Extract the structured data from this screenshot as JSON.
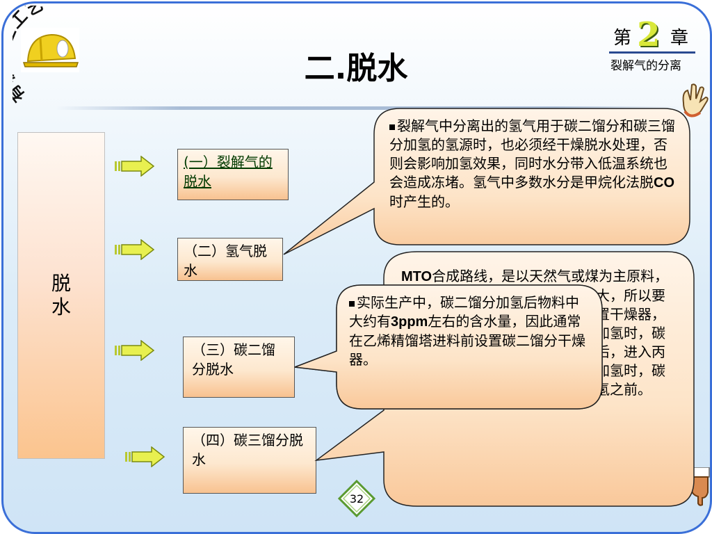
{
  "header": {
    "title": "二.脱水",
    "arc_text": "有机化工工艺",
    "chapter_prefix": "第",
    "chapter_number": "2",
    "chapter_suffix": "章",
    "chapter_subtitle": "裂解气的分离"
  },
  "sidebar": {
    "label_line1": "脱",
    "label_line2": "水"
  },
  "sections": [
    {
      "label": "(一）裂解气的脱水"
    },
    {
      "label": "（二）氢气脱水"
    },
    {
      "label": "（三）碳二馏分脱水"
    },
    {
      "label": "（四）碳三馏分脱水"
    }
  ],
  "callouts": {
    "hydrogen": {
      "text1": "裂解气中分离出的氢气用于碳二馏分和碳三馏分加氢的氢源时，也必须经干燥脱水处理，否则会影响加氢效果，同时水分带入低温系统也会造成冻堵。氢气中多数水分是甲烷化法脱",
      "co": "CO",
      "text2": "时产生的。"
    },
    "c3": {
      "mto": "MTO",
      "text": "合成路线，是以天然气或煤为主原料，生产的烯烃中带水，干燥脱水量大，所以要在脱丙烷塔、脱丙烯精馏塔前设置干燥器，脱除相当水分，在碳三馏分气相加氢时，碳三馏分的干燥脱水设置在加氢之后，进入丙烯精馏塔之前；在碳三馏分液相加氢时，碳三馏分的干燥脱水一般安排在加氢之前。"
    },
    "c2": {
      "text1": "实际生产中，碳二馏分加氢后物料中大约有",
      "ppm": "3ppm",
      "text2": "左右的含水量，因此通常在乙烯精馏塔进料前设置碳二馏分干燥器。"
    }
  },
  "footer": {
    "page_number": "32"
  },
  "colors": {
    "border": "#3a6fd8",
    "box_gradient_bottom": "#f8c290",
    "callout_fill": "#fde4c8"
  },
  "icons": [
    "hard-hat-logo-icon",
    "pointing-hand-icon",
    "pointing-down-hand-icon",
    "right-arrow-icon"
  ]
}
